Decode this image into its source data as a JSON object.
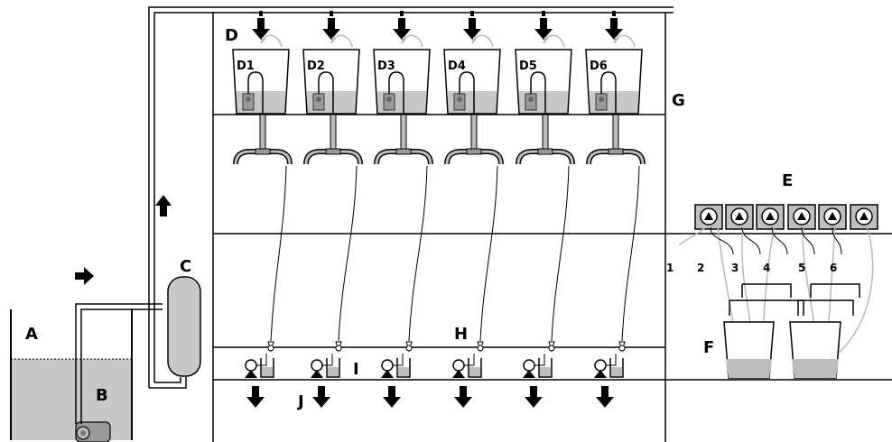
{
  "labels": {
    "A": "A",
    "B": "B",
    "C": "C",
    "D": "D",
    "E": "E",
    "F": "F",
    "G": "G",
    "H": "H",
    "I": "I",
    "J": "J"
  },
  "cups": [
    "D1",
    "D2",
    "D3",
    "D4",
    "D5",
    "D6"
  ],
  "ports": [
    "1",
    "2",
    "3",
    "4",
    "5",
    "6"
  ],
  "colors": {
    "line": "#000000",
    "liquid": "#c8c8c8",
    "cup_liquid": "#bdbdbd",
    "pump_body": "#a8a8a8",
    "tube_gray": "#b8b8b8"
  },
  "icons": [
    "arrow-down-icon",
    "arrow-up-icon",
    "arrow-right-icon",
    "pump-icon",
    "peristaltic-pump-icon",
    "valve-icon"
  ]
}
